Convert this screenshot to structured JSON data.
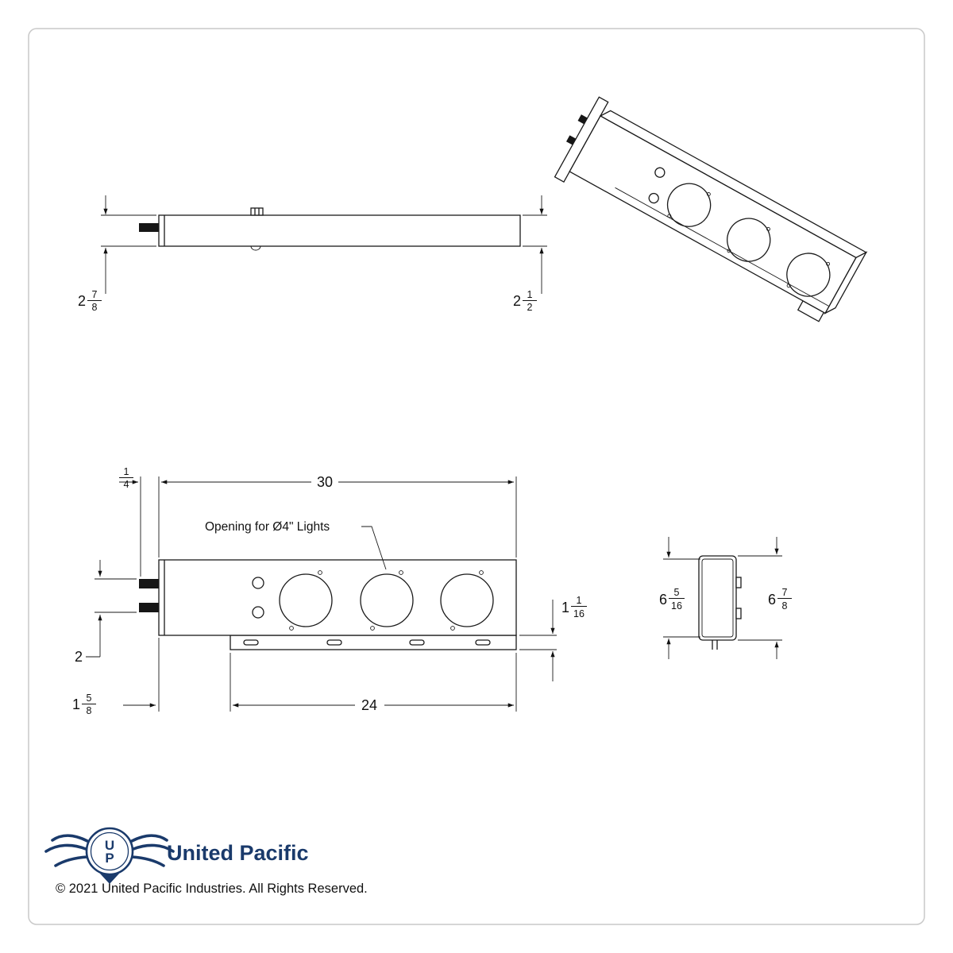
{
  "page": {
    "background": "#ffffff",
    "line_color": "#1a1a1a",
    "brand_color": "#1a3a6b"
  },
  "views": {
    "side_profile": {
      "dim_height_left": {
        "whole": "2",
        "num": "7",
        "den": "8"
      },
      "dim_height_right": {
        "whole": "2",
        "num": "1",
        "den": "2"
      }
    },
    "front": {
      "dim_end_offset": {
        "num": "1",
        "den": "4"
      },
      "dim_overall_width": "30",
      "light_annotation": "Opening for Ø4\" Lights",
      "dim_bracket_height": {
        "whole": "1",
        "num": "1",
        "den": "16"
      },
      "dim_pin_spacing": "2",
      "dim_bottom_offset": {
        "whole": "1",
        "num": "5",
        "den": "8"
      },
      "dim_bracket_width": "24"
    },
    "end": {
      "dim_inner_height": {
        "whole": "6",
        "num": "5",
        "den": "16"
      },
      "dim_outer_height": {
        "whole": "6",
        "num": "7",
        "den": "8"
      }
    }
  },
  "footer": {
    "brand_name": "United Pacific",
    "monogram_u": "U",
    "monogram_p": "P",
    "copyright": "© 2021 United Pacific Industries. All Rights Reserved."
  }
}
